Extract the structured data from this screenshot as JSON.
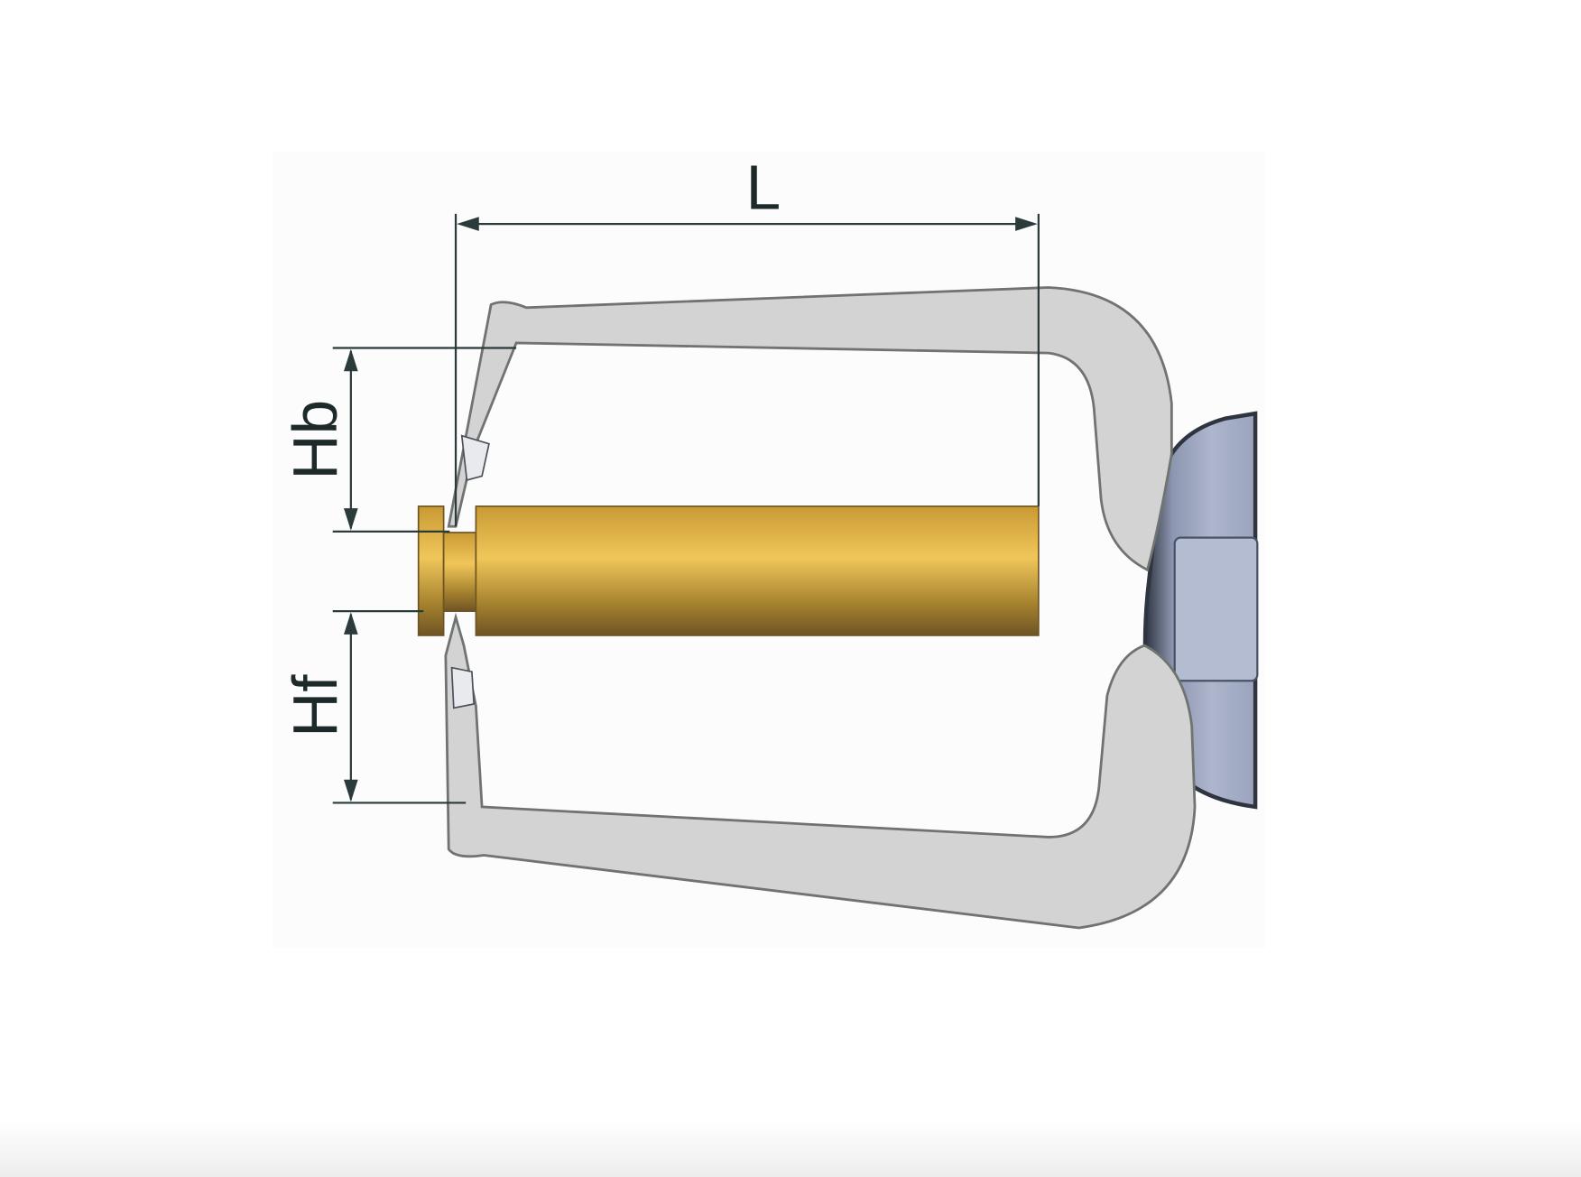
{
  "diagram": {
    "labels": {
      "length": "L",
      "back_height": "Hb",
      "front_height": "Hf"
    },
    "colors": {
      "jaw": "#d3d3d3",
      "jaw_edge": "#6f7470",
      "gold_light": "#f0c65a",
      "gold_dark": "#6e5424",
      "gauge_body": "#a9b1c9",
      "gauge_edge": "#2e3440",
      "dimension_line": "#2b3a3a"
    }
  }
}
